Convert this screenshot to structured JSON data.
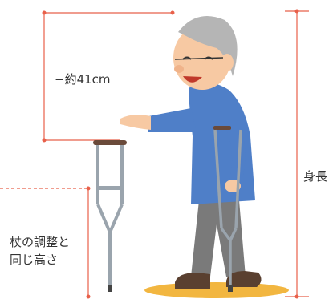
{
  "labels": {
    "distance": "約41cm",
    "height": "身長",
    "adjust_line1": "杖の調整と",
    "adjust_line2": "同じ高さ"
  },
  "colors": {
    "measure_line": "#e8604a",
    "shirt": "#4f7fc8",
    "pants": "#7a7a7a",
    "skin": "#f7c9a3",
    "hair": "#b5b5b5",
    "crutch_metal": "#9aa4ad",
    "crutch_grip": "#6a4a3a",
    "shoe": "#5a4030",
    "ground": "#f2b640",
    "text": "#333333"
  },
  "illustration": {
    "subject": "elderly-man-with-crutch",
    "figure_crutch_icon": "crutch-icon",
    "standalone_crutch_icon": "crutch-icon"
  }
}
